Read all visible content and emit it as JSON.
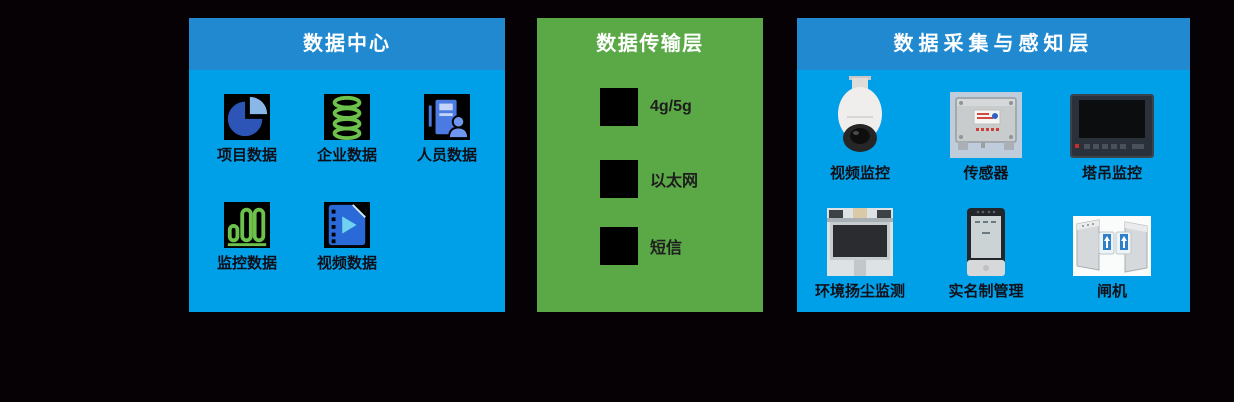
{
  "colors": {
    "background": "#060104",
    "panel_blue": "#00a0e9",
    "header_blue": "#2189cf",
    "panel_green": "#5aa846",
    "title_text": "#ffffff",
    "label_text": "#101018",
    "icon_dark_blue": "#2d55b8",
    "icon_light_blue": "#8ab7e8",
    "icon_green": "#6cc24a",
    "icon_blue": "#2a6ad8"
  },
  "data_center": {
    "title": "数据中心",
    "items": [
      {
        "label": "项目数据",
        "icon": "pie-chart-icon"
      },
      {
        "label": "企业数据",
        "icon": "database-icon"
      },
      {
        "label": "人员数据",
        "icon": "person-server-icon"
      },
      {
        "label": "监控数据",
        "icon": "bar-chart-icon"
      },
      {
        "label": "视频数据",
        "icon": "video-file-icon"
      }
    ]
  },
  "transmission": {
    "title": "数据传输层",
    "items": [
      {
        "label": "4g/5g",
        "icon": "black-square-icon"
      },
      {
        "label": "以太网",
        "icon": "black-square-icon"
      },
      {
        "label": "短信",
        "icon": "black-square-icon"
      }
    ]
  },
  "collection": {
    "title": "数据采集与感知层",
    "items": [
      {
        "label": "视频监控",
        "icon": "dome-camera-photo"
      },
      {
        "label": "传感器",
        "icon": "sensor-box-photo"
      },
      {
        "label": "塔吊监控",
        "icon": "monitor-photo"
      },
      {
        "label": "环境扬尘监测",
        "icon": "dust-monitor-photo"
      },
      {
        "label": "实名制管理",
        "icon": "face-terminal-photo"
      },
      {
        "label": "闸机",
        "icon": "turnstile-photo"
      }
    ]
  }
}
